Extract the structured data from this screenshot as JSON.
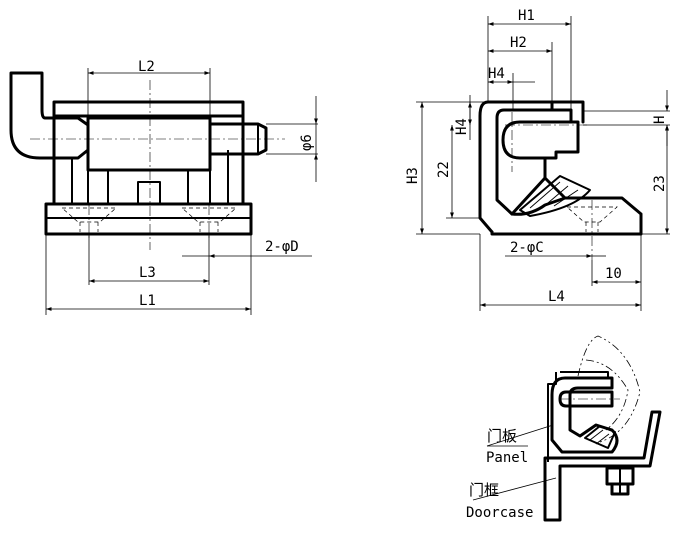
{
  "front_view": {
    "dims": {
      "L1": "L1",
      "L2": "L2",
      "L3": "L3",
      "phi6": "φ6",
      "hole": "2-φD"
    }
  },
  "side_view": {
    "dims": {
      "H": "H",
      "H1": "H1",
      "H2": "H2",
      "H3": "H3",
      "H4_top": "H4",
      "H4_vert": "H4",
      "d22": "22",
      "d23": "23",
      "hole": "2-φC",
      "d10": "10",
      "L4": "L4"
    }
  },
  "installed_view": {
    "panel_cn": "门板",
    "panel_en": "Panel",
    "doorcase_cn": "门框",
    "doorcase_en": "Doorcase"
  }
}
